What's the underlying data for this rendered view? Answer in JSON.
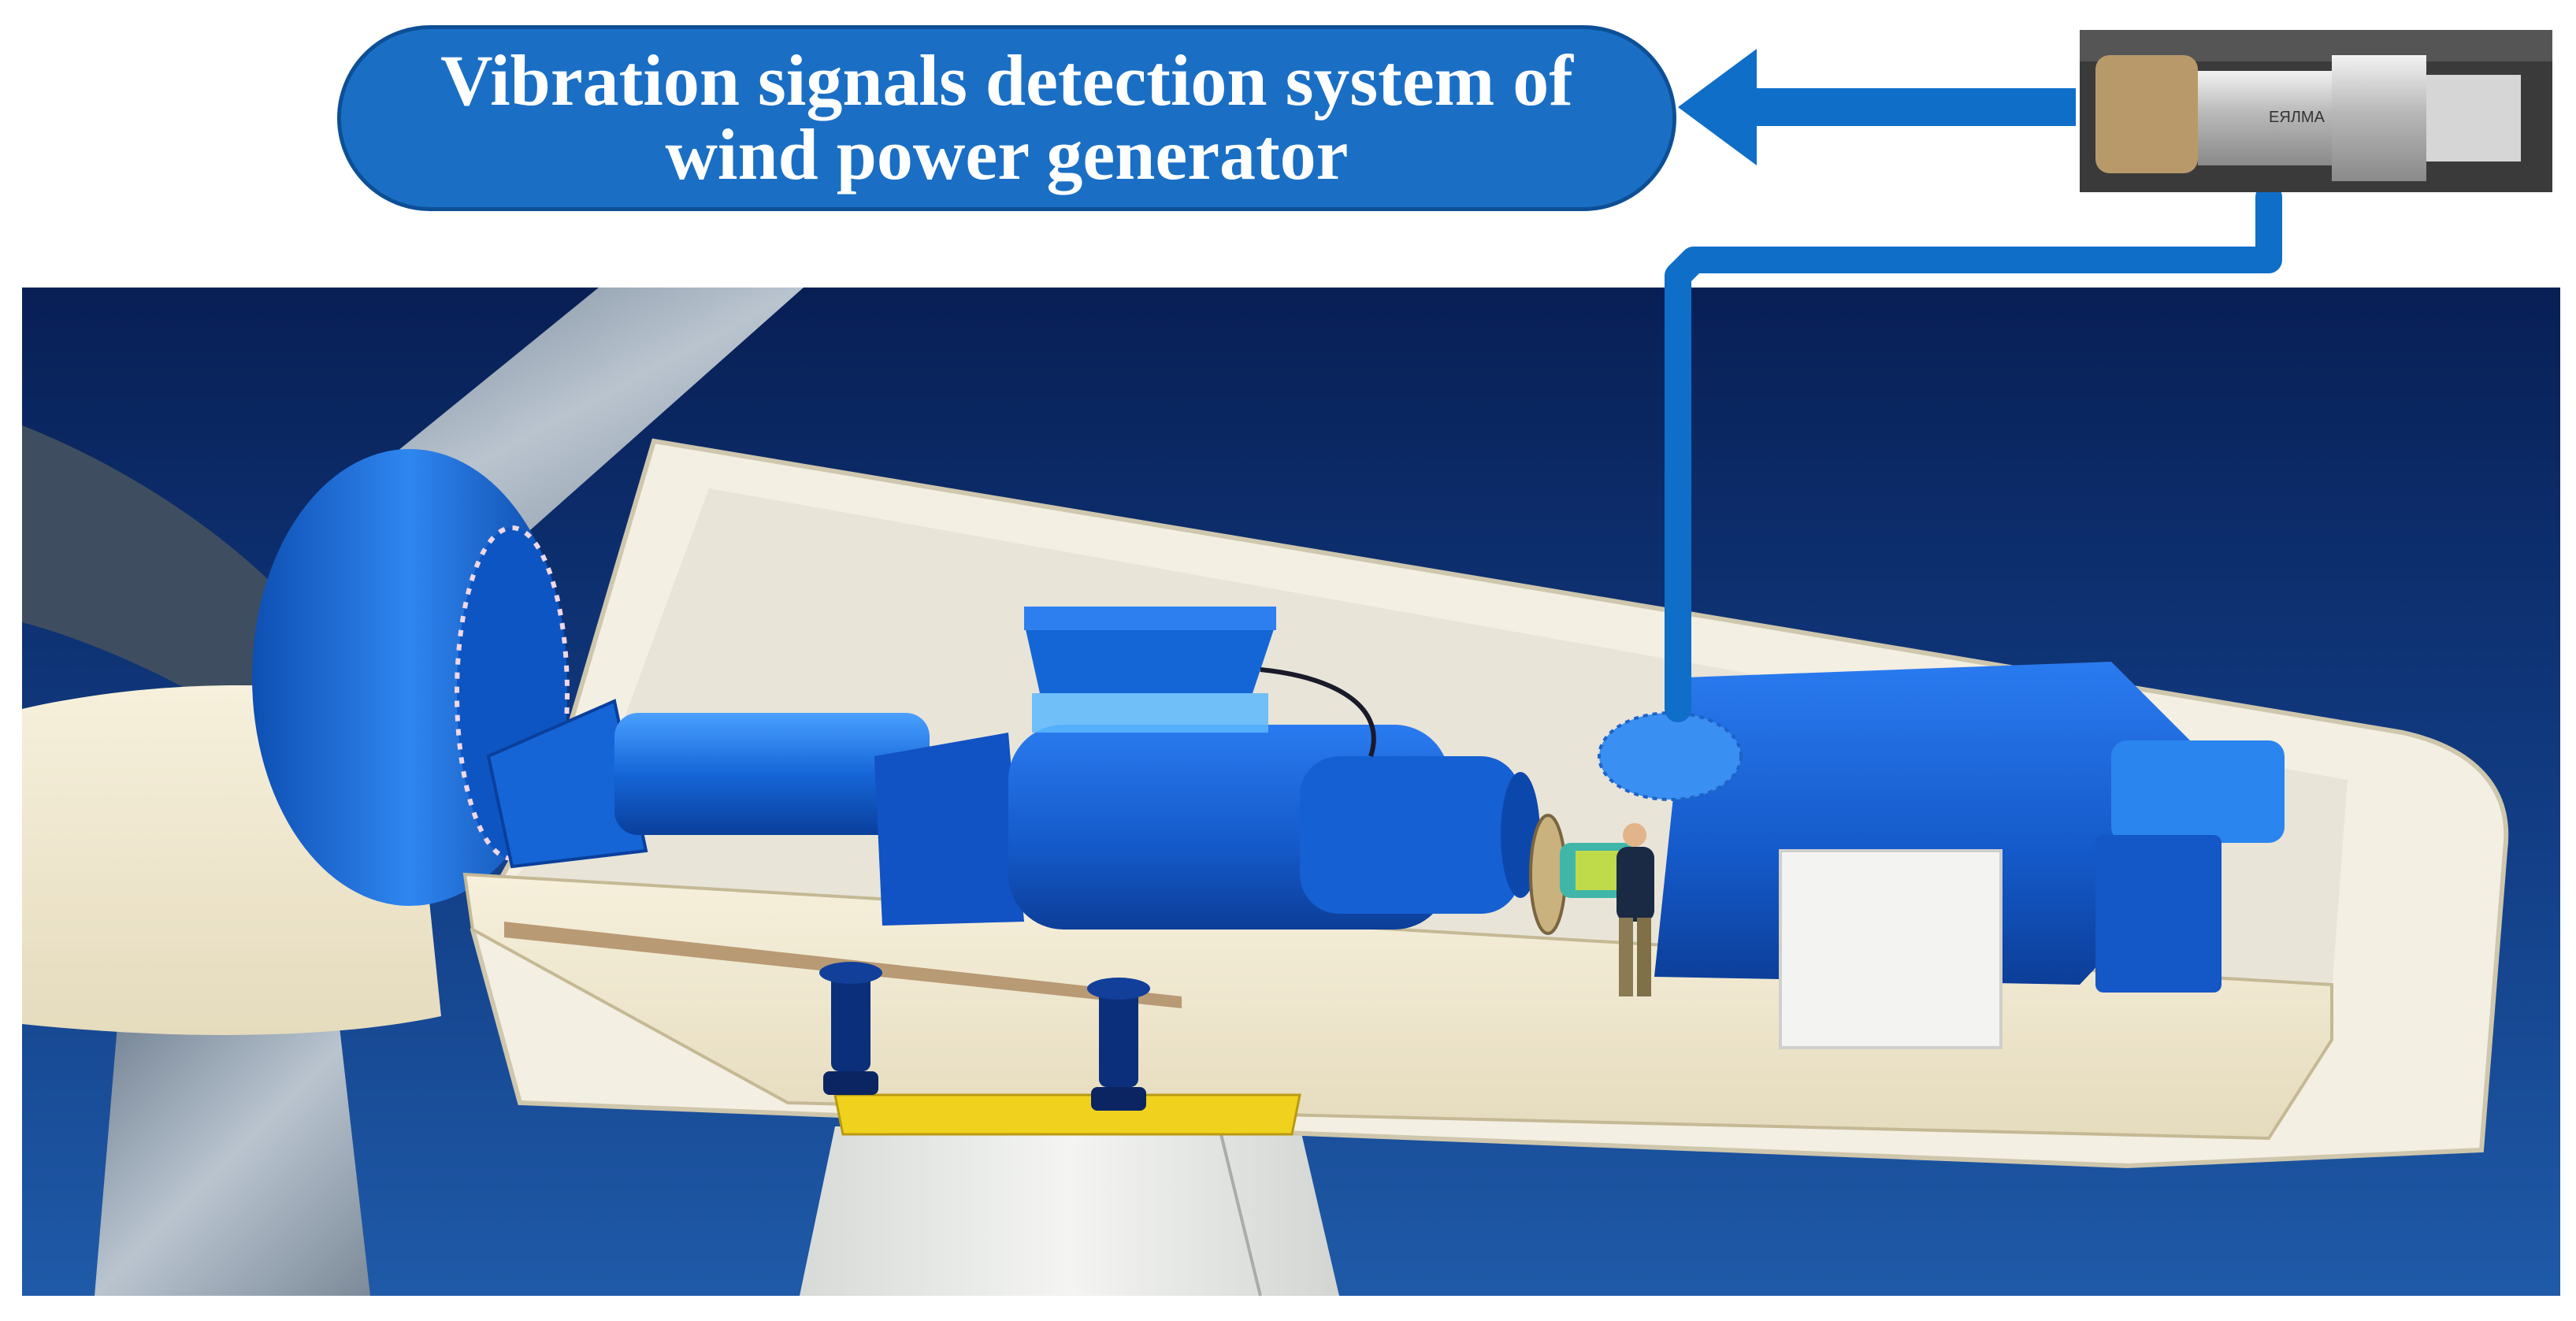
{
  "title": {
    "line1": "Vibration signals detection system of",
    "line2": "wind power generator"
  },
  "sensor": {
    "brand_text": "ЕЯЛМА"
  },
  "colors": {
    "pill_fill": "#1a6fc4",
    "arrow_blue": "#0f6ec8",
    "sky_dark": "#0a2a66",
    "sky_light": "#1c4f9a",
    "component_blue": "#1466d6",
    "nacelle_cream": "#f1ead2",
    "tower_grey": "#e6e8e6",
    "blade_grey": "#9aa7b5"
  },
  "icons": {
    "arrow": "left-arrow-icon",
    "sensor": "vibration-sensor-icon"
  }
}
